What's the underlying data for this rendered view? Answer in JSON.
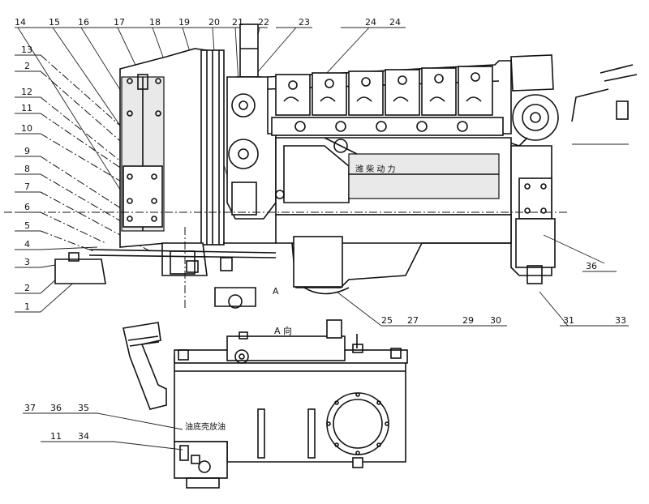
{
  "callouts": {
    "top_row": [
      "14",
      "15",
      "16",
      "17",
      "18",
      "19",
      "20",
      "21",
      "22",
      "23",
      "24",
      "24"
    ],
    "left_col": [
      "13",
      "2",
      "12",
      "11",
      "10",
      "9",
      "8",
      "7",
      "6",
      "5",
      "4",
      "3",
      "2",
      "1"
    ],
    "bottom_row": [
      "25",
      "27",
      "29",
      "30",
      "31",
      "33"
    ],
    "right_side": "36",
    "view_bottom": [
      "37",
      "36",
      "35",
      "11",
      "34"
    ]
  },
  "view_marker": "A",
  "view_title": "A 向",
  "brand_text": "潍 柴 动 力",
  "drain_label": "油底壳放油"
}
